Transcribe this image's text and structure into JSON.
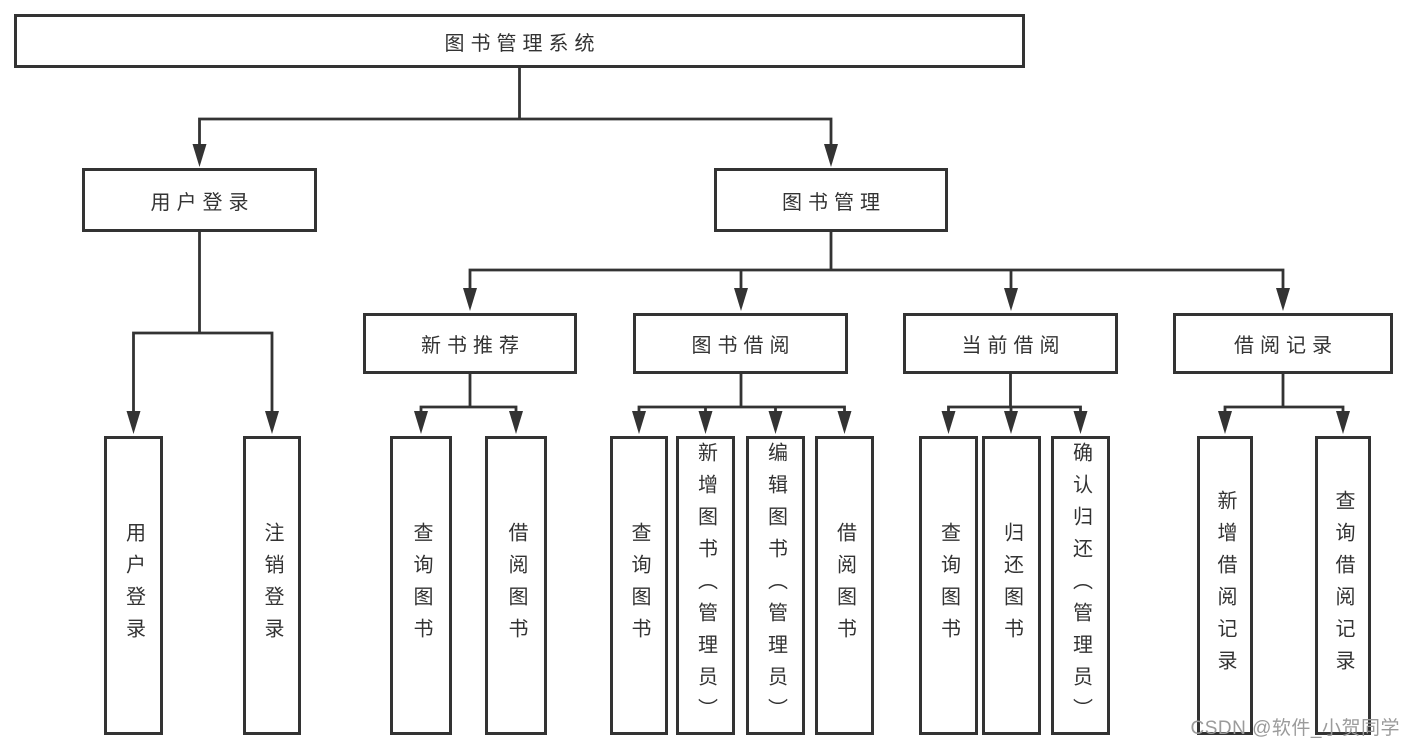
{
  "diagram": {
    "title": "图书管理系统",
    "level2": [
      {
        "label": "用户登录"
      },
      {
        "label": "图书管理"
      }
    ],
    "level3": [
      {
        "label": "新书推荐",
        "parent": "图书管理"
      },
      {
        "label": "图书借阅",
        "parent": "图书管理"
      },
      {
        "label": "当前借阅",
        "parent": "图书管理"
      },
      {
        "label": "借阅记录",
        "parent": "图书管理"
      }
    ],
    "leaves": [
      {
        "label": "用户登录",
        "parent": "用户登录"
      },
      {
        "label": "注销登录",
        "parent": "用户登录"
      },
      {
        "label": "查询图书",
        "parent": "新书推荐"
      },
      {
        "label": "借阅图书",
        "parent": "新书推荐"
      },
      {
        "label": "查询图书",
        "parent": "图书借阅"
      },
      {
        "label": "新增图书（管理员）",
        "parent": "图书借阅"
      },
      {
        "label": "编辑图书（管理员）",
        "parent": "图书借阅"
      },
      {
        "label": "借阅图书",
        "parent": "图书借阅"
      },
      {
        "label": "查询图书",
        "parent": "当前借阅"
      },
      {
        "label": "归还图书",
        "parent": "当前借阅"
      },
      {
        "label": "确认归还（管理员）",
        "parent": "当前借阅"
      },
      {
        "label": "新增借阅记录",
        "parent": "借阅记录"
      },
      {
        "label": "查询借阅记录",
        "parent": "借阅记录"
      }
    ],
    "watermark": "CSDN @软件_小贺同学",
    "colors": {
      "line": "#333333",
      "border": "#333333",
      "text": "#333333",
      "background": "#ffffff",
      "watermark": "#9b9b9b"
    }
  }
}
